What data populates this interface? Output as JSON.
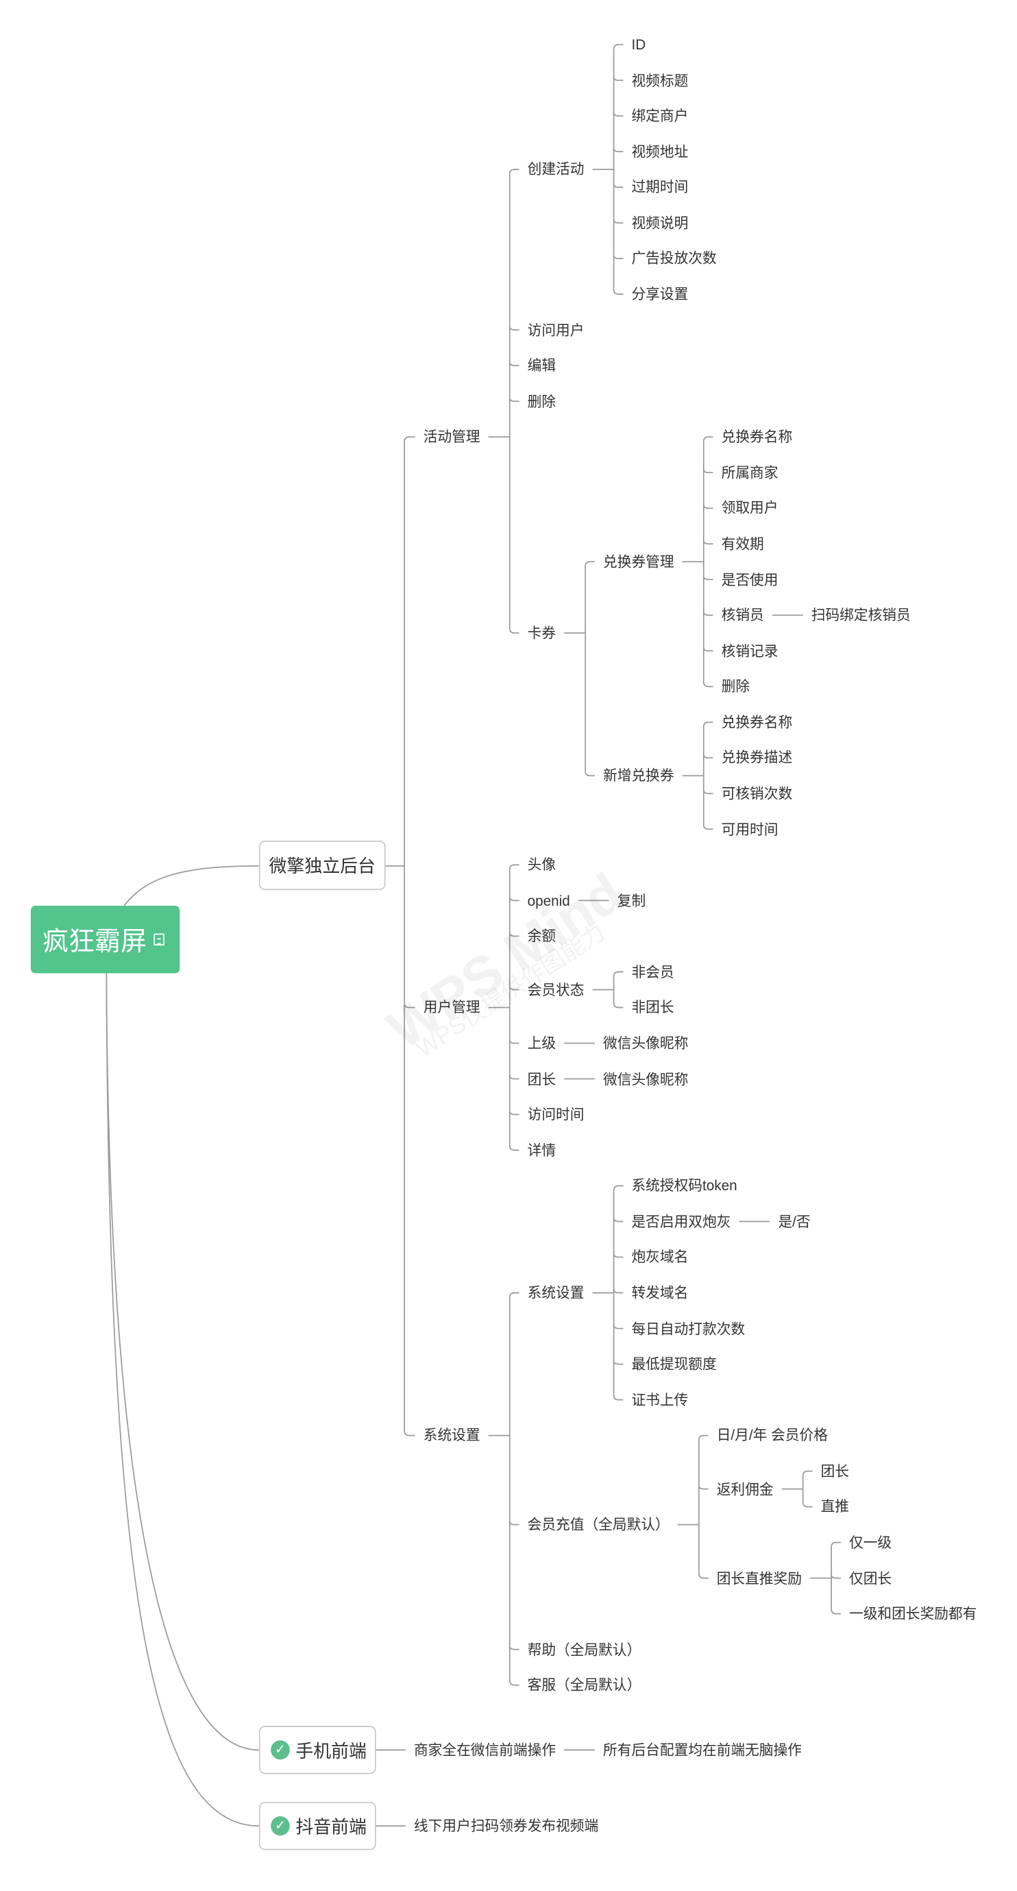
{
  "root": {
    "label": "疯狂霸屏",
    "icon": "note-icon"
  },
  "backend": {
    "label": "微擎独立后台",
    "children": [
      {
        "label": "活动管理",
        "children": [
          {
            "label": "创建活动",
            "children": [
              {
                "label": "ID"
              },
              {
                "label": "视频标题"
              },
              {
                "label": "绑定商户"
              },
              {
                "label": "视频地址"
              },
              {
                "label": "过期时间"
              },
              {
                "label": "视频说明"
              },
              {
                "label": "广告投放次数"
              },
              {
                "label": "分享设置"
              }
            ]
          },
          {
            "label": "访问用户"
          },
          {
            "label": "编辑"
          },
          {
            "label": "删除"
          },
          {
            "label": "卡券",
            "children": [
              {
                "label": "兑换券管理",
                "children": [
                  {
                    "label": "兑换券名称"
                  },
                  {
                    "label": "所属商家"
                  },
                  {
                    "label": "领取用户"
                  },
                  {
                    "label": "有效期"
                  },
                  {
                    "label": "是否使用"
                  },
                  {
                    "label": "核销员",
                    "children": [
                      {
                        "label": "扫码绑定核销员"
                      }
                    ]
                  },
                  {
                    "label": "核销记录"
                  },
                  {
                    "label": "删除"
                  }
                ]
              },
              {
                "label": "新增兑换券",
                "children": [
                  {
                    "label": "兑换券名称"
                  },
                  {
                    "label": "兑换券描述"
                  },
                  {
                    "label": "可核销次数"
                  },
                  {
                    "label": "可用时间"
                  }
                ]
              }
            ]
          }
        ]
      },
      {
        "label": "用户管理",
        "children": [
          {
            "label": "头像"
          },
          {
            "label": "openid",
            "children": [
              {
                "label": "复制"
              }
            ]
          },
          {
            "label": "余额"
          },
          {
            "label": "会员状态",
            "children": [
              {
                "label": "非会员"
              },
              {
                "label": "非团长"
              }
            ]
          },
          {
            "label": "上级",
            "children": [
              {
                "label": "微信头像昵称"
              }
            ]
          },
          {
            "label": "团长",
            "children": [
              {
                "label": "微信头像昵称"
              }
            ]
          },
          {
            "label": "访问时间"
          },
          {
            "label": "详情"
          }
        ]
      },
      {
        "label": "系统设置",
        "children": [
          {
            "label": "系统设置",
            "children": [
              {
                "label": "系统授权码token"
              },
              {
                "label": "是否启用双炮灰",
                "children": [
                  {
                    "label": "是/否"
                  }
                ]
              },
              {
                "label": "炮灰域名"
              },
              {
                "label": "转发域名"
              },
              {
                "label": "每日自动打款次数"
              },
              {
                "label": "最低提现额度"
              },
              {
                "label": "证书上传"
              }
            ]
          },
          {
            "label": "会员充值（全局默认）",
            "children": [
              {
                "label": "日/月/年 会员价格"
              },
              {
                "label": "返利佣金",
                "children": [
                  {
                    "label": "团长"
                  },
                  {
                    "label": "直推"
                  }
                ]
              },
              {
                "label": "团长直推奖励",
                "children": [
                  {
                    "label": "仅一级"
                  },
                  {
                    "label": "仅团长"
                  },
                  {
                    "label": "一级和团长奖励都有"
                  }
                ]
              }
            ]
          },
          {
            "label": "帮助（全局默认）"
          },
          {
            "label": "客服（全局默认）"
          }
        ]
      }
    ]
  },
  "mobile": {
    "label": "手机前端",
    "icon": "check-circle-icon",
    "children": [
      {
        "label": "商家全在微信前端操作",
        "children": [
          {
            "label": "所有后台配置均在前端无脑操作"
          }
        ]
      }
    ]
  },
  "douyin": {
    "label": "抖音前端",
    "icon": "check-circle-icon",
    "children": [
      {
        "label": "线下用户扫码领券发布视频端"
      }
    ]
  },
  "watermark": {
    "main": "WPS Mind",
    "sub": "WPS仅提供作图能力"
  },
  "colors": {
    "root": "#52c48c",
    "check": "#5dbf8d",
    "line": "#9a9a9a",
    "text": "#333333"
  }
}
